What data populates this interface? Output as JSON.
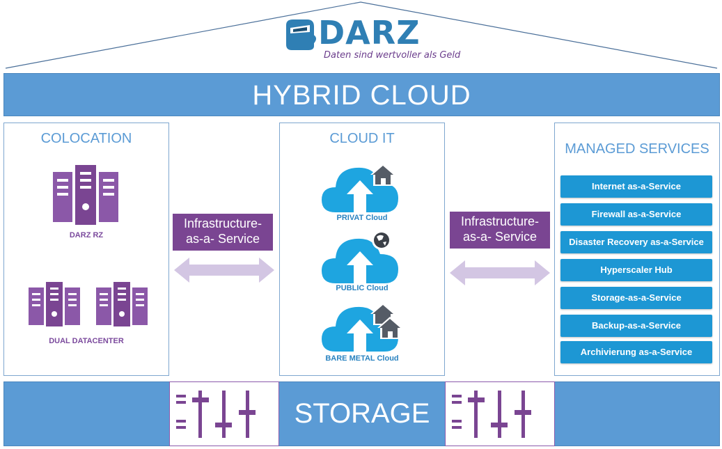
{
  "brand": {
    "logo_text": "DARZ",
    "tagline": "Daten sind wertvoller als Geld"
  },
  "header": {
    "title": "HYBRID CLOUD"
  },
  "colocation": {
    "title": "COLOCATION",
    "items": [
      "DARZ RZ",
      "DUAL DATACENTER"
    ]
  },
  "cloud_it": {
    "title": "CLOUD IT",
    "items": [
      "PRIVAT Cloud",
      "PUBLIC Cloud",
      "BARE METAL Cloud"
    ]
  },
  "connectors": {
    "left": [
      "Infrastructure-",
      "as-a- Service"
    ],
    "right": [
      "Infrastructure-",
      "as-a- Service"
    ]
  },
  "managed_services": {
    "title": "MANAGED SERVICES",
    "items": [
      "Internet as-a-Service",
      "Firewall as-a-Service",
      "Disaster Recovery as-a-Service",
      "Hyperscaler Hub",
      "Storage-as-a-Service",
      "Backup-as-a-Service",
      "Archivierung as-a-Service"
    ]
  },
  "footer": {
    "title": "STORAGE"
  },
  "colors": {
    "bar_blue": "#5b9bd5",
    "purple": "#7a4592",
    "service_blue": "#1d97d4",
    "cloud_blue": "#1ea5e0",
    "arrow_lavender": "#d3c6e3"
  },
  "icons": [
    "server-rack-icon",
    "cloud-upload-icon",
    "house-icon",
    "globe-icon",
    "equalizer-icon",
    "double-arrow-icon"
  ]
}
